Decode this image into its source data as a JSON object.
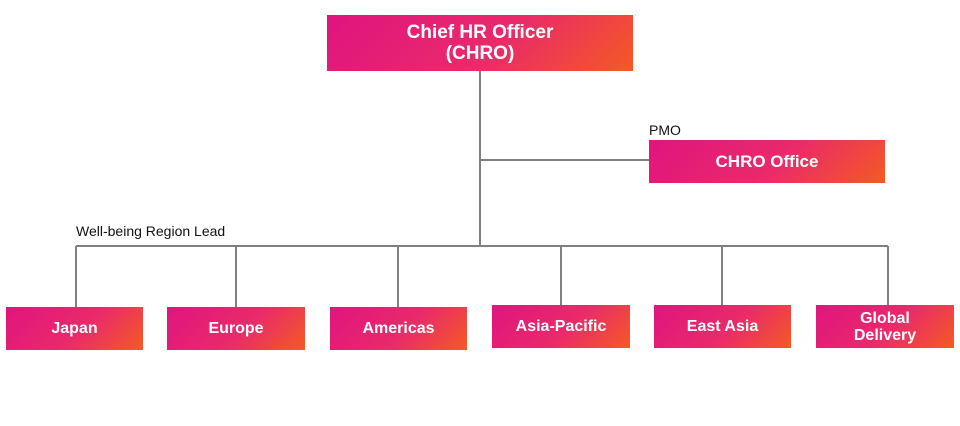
{
  "top": {
    "title": "Chief HR Officer\n(CHRO)"
  },
  "office": {
    "caption": "PMO",
    "title": "CHRO Office"
  },
  "regions": {
    "caption": "Well-being Region Lead",
    "items": [
      "Japan",
      "Europe",
      "Americas",
      "Asia-Pacific",
      "East Asia",
      "Global\nDelivery"
    ]
  },
  "colors": {
    "gradient_start": "#e0147f",
    "gradient_end": "#f45a22",
    "connector": "#808080"
  }
}
